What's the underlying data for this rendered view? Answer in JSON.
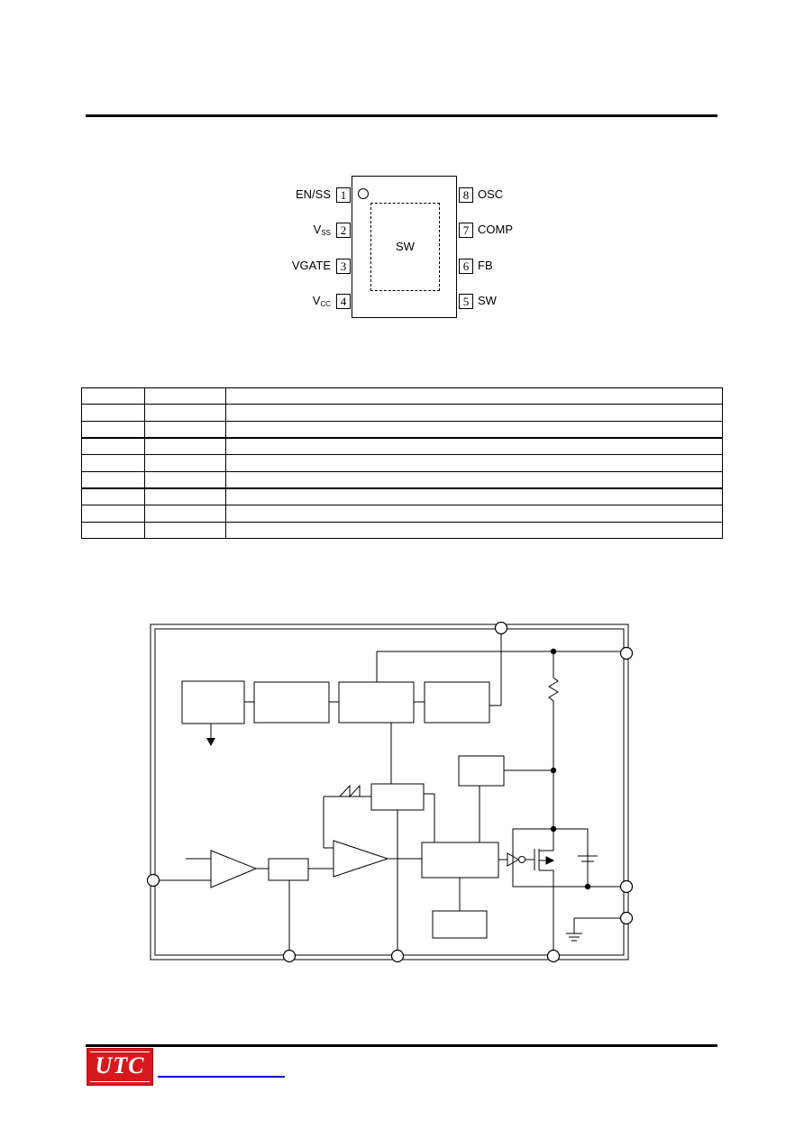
{
  "pin_diagram": {
    "pad_label": "SW",
    "left_pins": [
      {
        "number": "1",
        "name": "EN/SS",
        "sub": ""
      },
      {
        "number": "2",
        "name": "V",
        "sub": "SS"
      },
      {
        "number": "3",
        "name": "VGATE",
        "sub": ""
      },
      {
        "number": "4",
        "name": "V",
        "sub": "CC"
      }
    ],
    "right_pins": [
      {
        "number": "8",
        "name": "OSC"
      },
      {
        "number": "7",
        "name": "COMP"
      },
      {
        "number": "6",
        "name": "FB"
      },
      {
        "number": "5",
        "name": "SW"
      }
    ]
  },
  "pin_table": {
    "rows": [
      [
        "",
        "",
        ""
      ],
      [
        "",
        "",
        ""
      ],
      [
        "",
        "",
        ""
      ],
      [
        "",
        "",
        ""
      ],
      [
        "",
        "",
        ""
      ],
      [
        "",
        "",
        ""
      ],
      [
        "",
        "",
        ""
      ],
      [
        "",
        "",
        ""
      ],
      [
        "",
        "",
        ""
      ]
    ]
  },
  "footer": {
    "logo_text": "UTC",
    "brand_color": "#d7191f",
    "link_color": "#0000cc"
  }
}
